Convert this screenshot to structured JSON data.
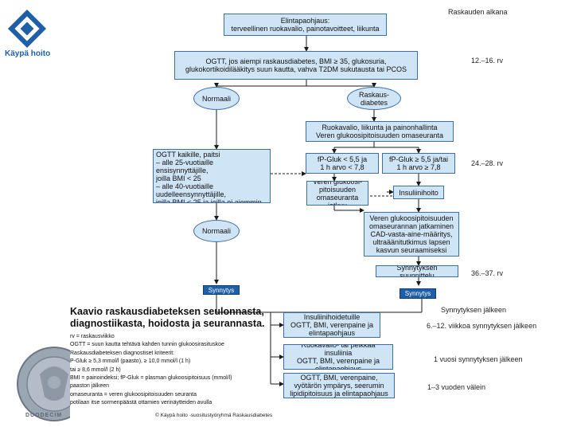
{
  "brand": {
    "name": "Käypä hoito",
    "seal_text": "DUODECIM",
    "primary_color": "#1e5fa8",
    "light_box_color": "#cfe4f5"
  },
  "header": {
    "pregnancy_start": "Raskauden alkana"
  },
  "boxes": {
    "advice": "Elintapaohjaus:\nterveellinen ruokavalio, painotavoitteet, liikunta",
    "ogtt_high_risk": "OGTT, jos aiempi raskausdiabetes, BMI ≥ 35, glukosuria,\nglukokortikoidilääkitys suun kautta, vahva T2DM sukutausta tai PCOS",
    "normal_1": "Normaali",
    "gdm": "Raskaus-\ndiabetes",
    "diet_treatment": "Ruokavalio, liikunta ja painonhallinta\nVeren glukoosipitoisuuden omaseuranta",
    "ogtt_all": "OGTT kaikille, paitsi\n– alle 25-vuotiaille ensisynnyttäjille,\njoilla BMI < 25\n– alle 40-vuotiaille uudelleensynnyttäjille,\njoilla BMI < 25 ja joilla ei aiemmin ole ollut\nmakrosomista lasta",
    "target_met": "fP-Gluk < 5,5 ja\n1 h arvo < 7,8",
    "target_not_met": "fP-Gluk ≥ 5,5 ja/tai\n1 h arvo ≥ 7,8",
    "glucose_followup": "Veren glukoosi-\npitoisuuden\nomaseuranta jatkuu",
    "insulin": "Insuliinihoito",
    "normal_2": "Normaali",
    "ultrasound": "Veren glukoosipitoisuuden\nomaseurannan jatkaminen\nCAD-vasta-aine-määritys,\nultraäänitutkimus lapsen\nkasvun seuraamiseksi",
    "birth_plan": "Synnytyksen suunnittelu",
    "birth_1": "Synnytys",
    "birth_2": "Synnytys",
    "postpartum_1": "Insuliinihoidetuille\nOGTT, BMI, verenpaine ja\nelintapaohjaus",
    "postpartum_2": "Ruokavalio- tai pelkkää insuliinia\nOGTT, BMI, verenpaine ja\nelintapaohjaus",
    "postpartum_3": "OGTT, BMI, verenpaine,\nvyötärön ympärys, seerumin\nlipidipitoisuus ja elintapaohjaus"
  },
  "timings": {
    "t1": "12.–16. rv",
    "t2": "24.–28. rv",
    "t3": "36.–37. rv",
    "after_birth": "Synnytyksen jälkeen",
    "p1": "6.–12. viikkoa synnytyksen jälkeen",
    "p2": "1 vuosi synnytyksen jälkeen",
    "p3": "1–3 vuoden välein"
  },
  "caption": "Kaavio raskausdiabeteksen seulonnasta,\ndiagnostiikasta, hoidosta ja seurannasta.",
  "legend": [
    "rv = raskausviikko",
    "OGTT = suun kautta tehtävä kahden tunnin glukoosirasituskoe",
    "Raskausdiabeteksen diagnostiset kriteerit:",
    "P-Gluk ≥ 5,3 mmol/l (paasto), ≥ 10,0 mmol/l (1 h)",
    "tai ≥ 8,6 mmol/l (2 h)",
    "BMI = painoindeksi; fP-Gluk = plasman glukoosipitoisuus (mmol/l)",
    "paaston jälkeen",
    "omaseuranta = veren glukoosipitoisuuden seuranta",
    "potilaan itse sormenpäästä ottamien verinäytteiden avulla"
  ],
  "copyright": "© Käypä hoito -suositustyöryhmä Raskausdiabetes"
}
